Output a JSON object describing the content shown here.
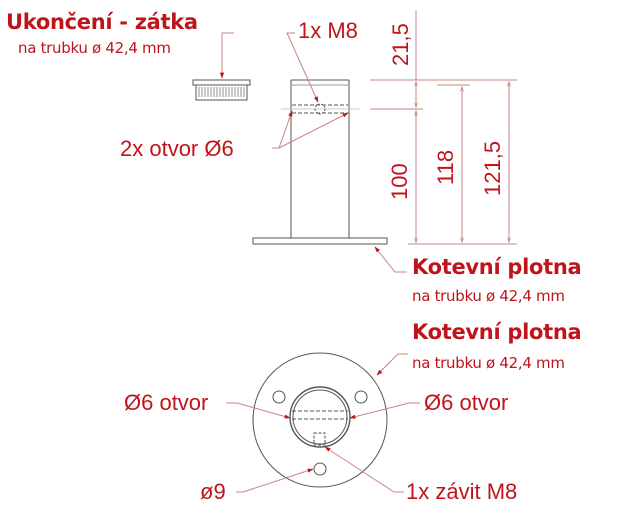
{
  "colors": {
    "label": "#c0141c",
    "leader": "#c9847f",
    "drawing": "#555555"
  },
  "end_cap": {
    "title": "Ukončení - zátka",
    "subtitle": "na trubku ø 42,4 mm"
  },
  "anchor_plate_side": {
    "title": "Kotevní plotna",
    "subtitle": "na trubku ø 42,4 mm"
  },
  "anchor_plate_top": {
    "title": "Kotevní plotna",
    "subtitle": "na trubku ø 42,4 mm"
  },
  "callouts": {
    "thread_side": "1x M8",
    "holes_side": "2x otvor Ø6",
    "hole_left": "Ø6 otvor",
    "hole_right": "Ø6 otvor",
    "mount_hole": "ø9",
    "thread_top": "1x závit M8"
  },
  "dimensions": {
    "top_offset": "21,5",
    "tube_height": "100",
    "tube_total": "118",
    "overall": "121,5"
  }
}
